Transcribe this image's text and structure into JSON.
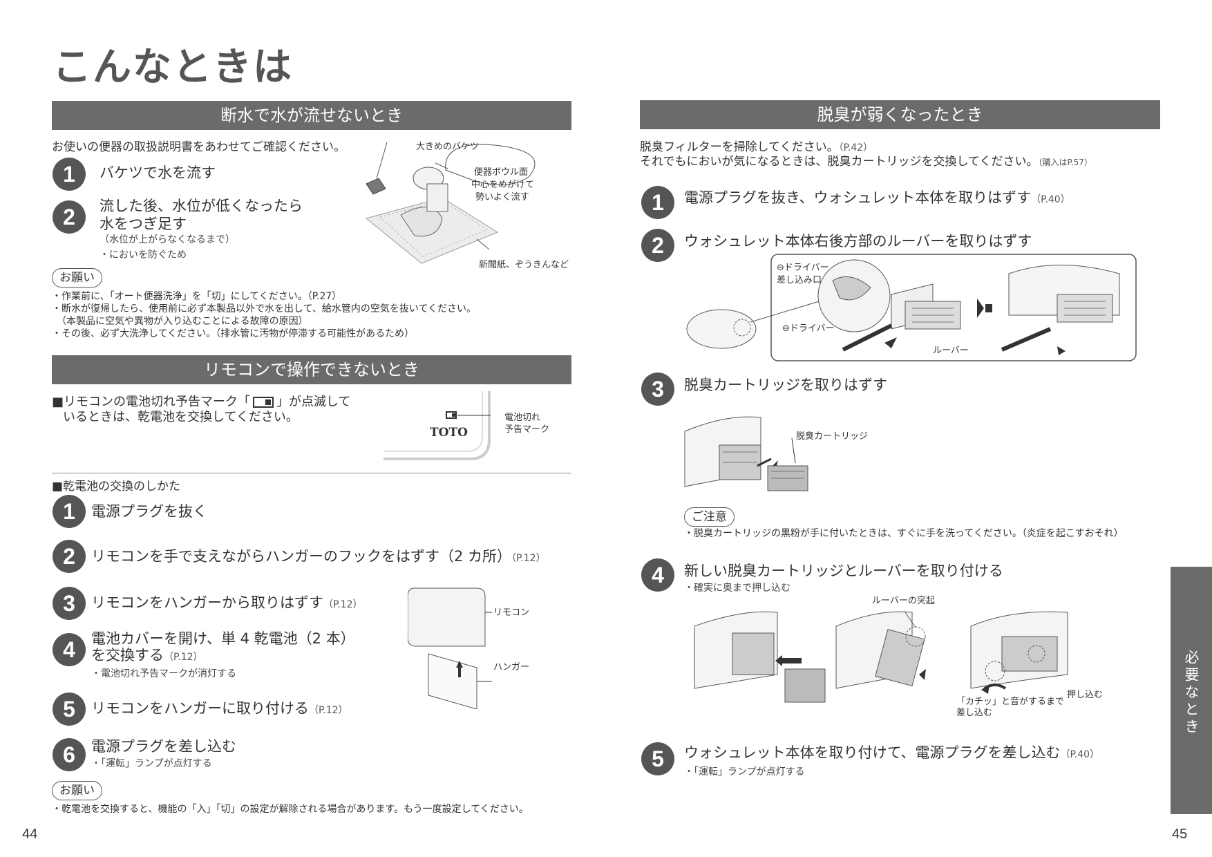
{
  "page_title": "こんなときは",
  "side_tab": "必要なとき",
  "page_left": "44",
  "page_right": "45",
  "left": {
    "water": {
      "heading": "断水で水が流せないとき",
      "intro": "お使いの便器の取扱説明書をあわせてご確認ください。",
      "steps": [
        {
          "num": "1",
          "text": "バケツで水を流す"
        },
        {
          "num": "2",
          "line1": "流した後、水位が低くなったら",
          "line2": "水をつぎ足す",
          "sub1": "（水位が上がらなくなるまで）",
          "sub2": "・においを防ぐため"
        }
      ],
      "fig_labels": {
        "bucket": "大きめのバケツ",
        "bubble1": "便器ボウル面",
        "bubble2": "中心をめがけて",
        "bubble3": "勢いよく流す",
        "paper": "新聞紙、ぞうきんなど"
      },
      "note_badge": "お願い",
      "notes": [
        "・作業前に、「オート便器洗浄」を「切」にしてください。（P.27）",
        "・断水が復帰したら、使用前に必ず本製品以外で水を出して、給水管内の空気を抜いてください。",
        "（本製品に空気や異物が入り込むことによる故障の原因）",
        "・その後、必ず大洗浄してください。（排水管に汚物が停滞する可能性があるため）"
      ]
    },
    "remote": {
      "heading": "リモコンで操作できないとき",
      "warning_line1": "■リモコンの電池切れ予告マーク「",
      "warning_line1b": "」が点滅して",
      "warning_line2": "いるときは、乾電池を交換してください。",
      "fig_brand": "TOTO",
      "fig_label1": "電池切れ",
      "fig_label2": "予告マーク",
      "battery_heading": "■乾電池の交換のしかた",
      "steps": [
        {
          "num": "1",
          "text": "電源プラグを抜く",
          "ref": ""
        },
        {
          "num": "2",
          "text": "リモコンを手で支えながらハンガーのフックをはずす（2 カ所）",
          "ref": "（P.12）"
        },
        {
          "num": "3",
          "text": "リモコンをハンガーから取りはずす",
          "ref": "（P.12）"
        },
        {
          "num": "4",
          "line1": "電池カバーを開け、単 4 乾電池（2 本）",
          "line2": "を交換する",
          "ref": "（P.12）",
          "sub": "・電池切れ予告マークが消灯する"
        },
        {
          "num": "5",
          "text": "リモコンをハンガーに取り付ける",
          "ref": "（P.12）"
        },
        {
          "num": "6",
          "text": "電源プラグを差し込む",
          "sub": "・「運転」ランプが点灯する"
        }
      ],
      "fig_remote": "リモコン",
      "fig_hanger": "ハンガー",
      "note_badge": "お願い",
      "note": "・乾電池を交換すると、機能の「入」「切」の設定が解除される場合があります。もう一度設定してください。"
    }
  },
  "right": {
    "heading": "脱臭が弱くなったとき",
    "intro1": "脱臭フィルターを掃除してください。",
    "intro1_ref": "（P.42）",
    "intro2": "それでもにおいが気になるときは、脱臭カートリッジを交換してください。",
    "intro2_ref": "（購入はP.57）",
    "steps": [
      {
        "num": "1",
        "text": "電源プラグを抜き、ウォシュレット本体を取りはずす",
        "ref": "（P.40）"
      },
      {
        "num": "2",
        "text": "ウォシュレット本体右後方部のルーバーを取りはずす",
        "ref": ""
      },
      {
        "num": "3",
        "text": "脱臭カートリッジを取りはずす",
        "ref": ""
      },
      {
        "num": "4",
        "text": "新しい脱臭カートリッジとルーバーを取り付ける",
        "ref": "",
        "sub": "・確実に奥まで押し込む"
      },
      {
        "num": "5",
        "text": "ウォシュレット本体を取り付けて、電源プラグを差し込む",
        "ref": "（P.40）",
        "sub": "・「運転」ランプが点灯する"
      }
    ],
    "fig2_labels": {
      "driver_slot1": "⊖ドライバー",
      "driver_slot2": "差し込み口",
      "driver": "⊖ドライバー",
      "louver": "ルーバー"
    },
    "fig3_label": "脱臭カートリッジ",
    "caution_badge": "ご注意",
    "caution": "・脱臭カートリッジの黒粉が手に付いたときは、すぐに手を洗ってください。（炎症を起こすおそれ）",
    "fig4_labels": {
      "louver_tab": "ルーバーの突起",
      "click1": "「カチッ」と音がするまで",
      "click2": "差し込む",
      "push": "押し込む"
    }
  }
}
